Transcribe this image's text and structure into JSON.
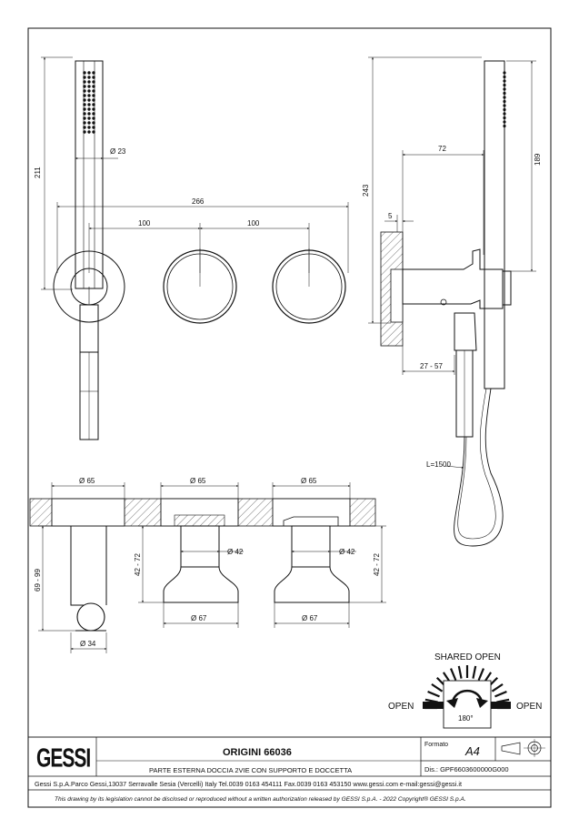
{
  "dimensions": {
    "front": {
      "d_hand": "Ø 23",
      "h_total": "211",
      "w_total": "266",
      "spacing_1": "100",
      "spacing_2": "100"
    },
    "side": {
      "h_total": "243",
      "w_arm": "72",
      "h_upper": "189",
      "wall": "5",
      "depth": "27 - 57",
      "hose": "L=1500"
    },
    "section": {
      "d1": "Ø 65",
      "d2": "Ø 65",
      "d3": "Ø 65",
      "d_stem1": "Ø 42",
      "d_stem2": "Ø 42",
      "h_body": "42 - 72",
      "h_body2": "42 - 72",
      "h_left": "69 - 99",
      "d_base1": "Ø 67",
      "d_base2": "Ø 67",
      "d_outlet": "Ø 34"
    }
  },
  "legend": {
    "shared": "SHARED OPEN",
    "open_left": "OPEN",
    "open_right": "OPEN",
    "angle": "180°"
  },
  "titleblock": {
    "logo": "GESSI",
    "model": "ORIGINI 66036",
    "description": "PARTE ESTERNA DOCCIA 2VIE CON SUPPORTO E DOCCETTA",
    "format_label": "Formato",
    "format_value": "A4",
    "dis": "Dis.: GPF6603600000G000",
    "address": "Gessi S.p.A.Parco Gessi,13037 Serravalle Sesia (Vercelli) Italy Tel.0039 0163 454111 Fax.0039 0163 453150 www.gessi.com e-mail:gessi@gessi.it",
    "legal": "This drawing by its legislation cannot be disclosed or reproduced without a written authorization released by GESSI S.p.A. - 2022 Copyright® GESSI S.p.A."
  }
}
